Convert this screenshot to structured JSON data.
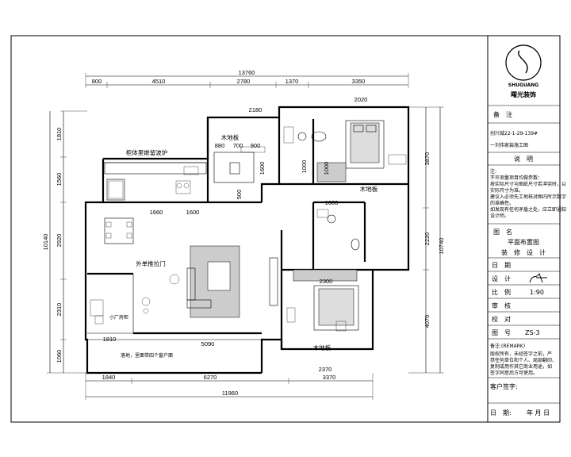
{
  "dimensions": {
    "top_total": "13760",
    "top": [
      "800",
      "4510",
      "2780",
      "1370",
      "3350"
    ],
    "bottom_total": "11960",
    "bottom": [
      "1840",
      "6270",
      "3370"
    ],
    "left": [
      "1810",
      "1560",
      "2920",
      "2310",
      "1060"
    ],
    "left_total": "10140",
    "right": [
      "3870",
      "2220",
      "4070"
    ],
    "right_total": "10740",
    "inner": {
      "kitchen_cab": "2180",
      "bath_top": "2020",
      "dining_a": "1660",
      "dining_b": "1600",
      "study_a": "880",
      "study_b": "700",
      "study_c": "900",
      "study_d": "1600",
      "study_e": "1000",
      "study_f": "500",
      "bed_b1": "1000",
      "bath2_w": "1600",
      "bed2_w": "2300",
      "bed2_d": "2370",
      "living_w": "5090",
      "balcony_w": "1810"
    }
  },
  "rooms": {
    "study_floor": "木地板",
    "bedroom1_floor": "木地板",
    "bedroom2_floor": "木地板",
    "kitchen_note": "柜体里嵌留波炉",
    "balcony_door": "外单推拉门",
    "balcony_cab": "小厂房柜",
    "balcony_note": "落地，里面带四个窗户面"
  },
  "title_block": {
    "logo_brand": "SHUGUANG",
    "company": "曙光装饰",
    "remarks_label": "备　注",
    "project_line1": "创兴城22-1-29-139#",
    "project_line2": "一刘伟家装施工图",
    "desc_label": "说　明",
    "notes": [
      "注:",
      "不许测量项目均做参数：",
      "按实际尺寸与图纸尺寸若冲突时，以",
      "实际尺寸为准。",
      "建议入必须先工地核对图内所示数字",
      "的准确性。",
      "如发现有任何矛盾之处，应立即通知",
      "设计师。"
    ],
    "drawing_name_label": "图　名",
    "drawing_name": "平面布置图",
    "design_type": "装　修　设　计",
    "rows": [
      {
        "label": "日　期",
        "value": ""
      },
      {
        "label": "设　计",
        "value": ""
      },
      {
        "label": "比　例",
        "value": "1:90"
      },
      {
        "label": "审　核",
        "value": ""
      },
      {
        "label": "校　对",
        "value": ""
      },
      {
        "label": "图　号",
        "value": "ZS-3"
      }
    ],
    "remark_label": "备注:(REMARK)",
    "remark_text": [
      "版权所有，未经签字之前，严",
      "禁任何单位和个人、局部翻印、",
      "复制或用作其它商业用途，如",
      "签字同意后方可使用。"
    ],
    "customer_sign": "客户签字:",
    "date_label": "日　期:",
    "date_value": "年 月 日"
  }
}
